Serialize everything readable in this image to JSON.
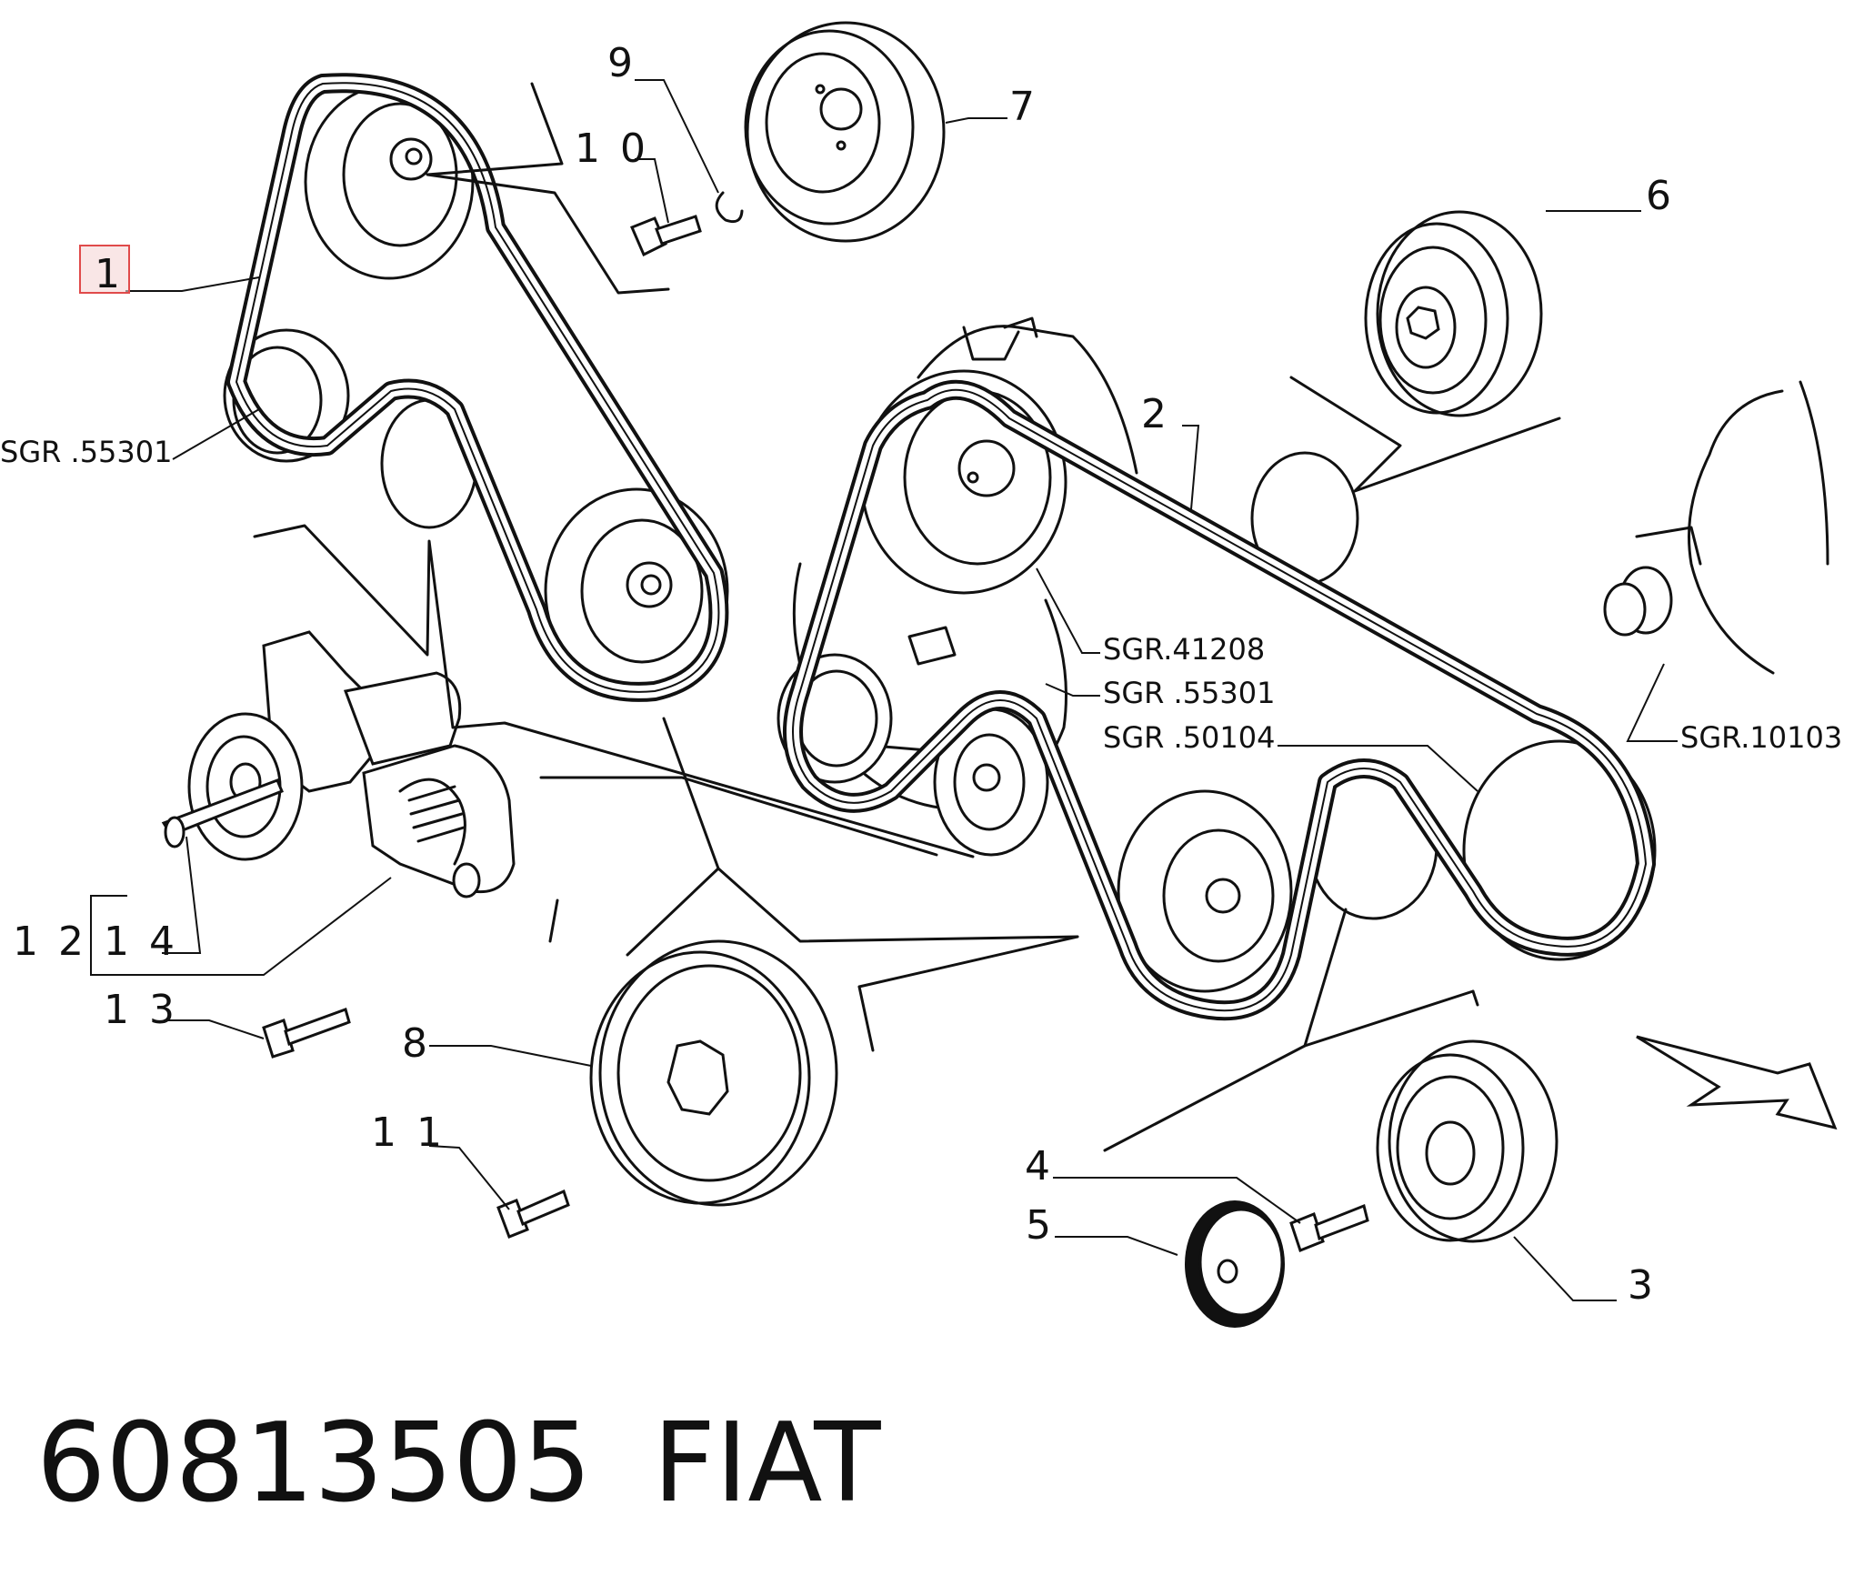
{
  "callouts": {
    "c1": "1",
    "c2": "2",
    "c3": "3",
    "c4": "4",
    "c5": "5",
    "c6": "6",
    "c7": "7",
    "c8": "8",
    "c9": "9",
    "c10": "1 0",
    "c11": "1 1",
    "c12": "1 2",
    "c13": "1 3",
    "c14": "1 4"
  },
  "references": {
    "ref_left": "SGR .55301",
    "ref_41208": "SGR.41208",
    "ref_55301": "SGR .55301",
    "ref_50104": "SGR .50104",
    "ref_10103": "SGR.10103"
  },
  "footer": {
    "part_number": "60813505",
    "brand": "FIAT"
  },
  "highlight_color": "#e04a4a"
}
